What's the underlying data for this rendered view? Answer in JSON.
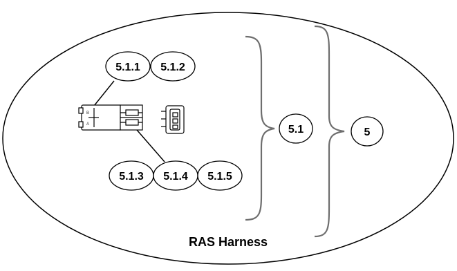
{
  "diagram": {
    "caption": "RAS Harness",
    "labels": {
      "item_5_1_1": "5.1.1",
      "item_5_1_2": "5.1.2",
      "item_5_1_3": "5.1.3",
      "item_5_1_4": "5.1.4",
      "item_5_1_5": "5.1.5",
      "item_5_1": "5.1",
      "item_5": "5"
    },
    "connector_marks": {
      "mark_a": "B",
      "mark_b": "A"
    },
    "colors": {
      "outline": "#000000",
      "brace": "#6e6e6e",
      "background": "#ffffff"
    }
  }
}
